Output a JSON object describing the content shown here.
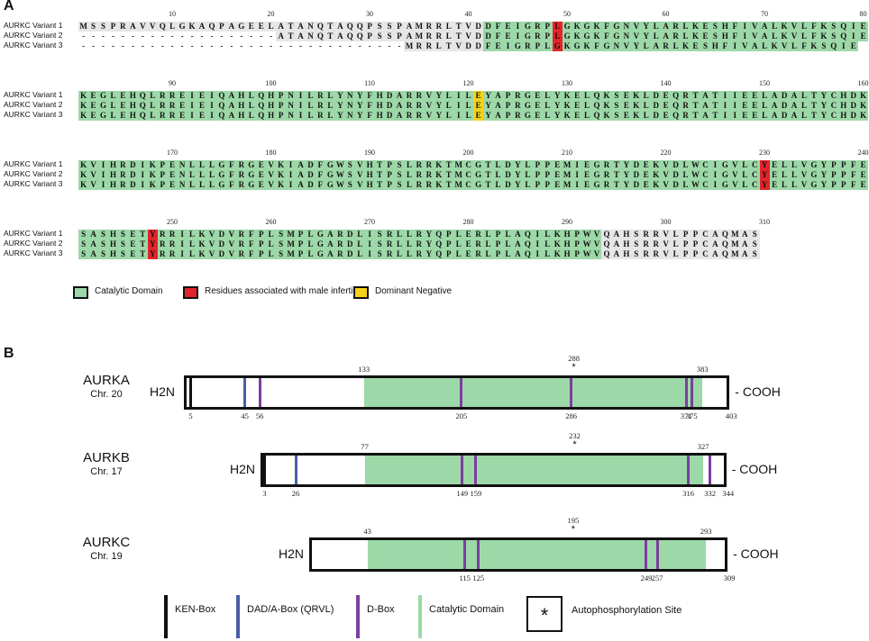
{
  "panel_a": {
    "letter": "A",
    "rows": [
      {
        "ruler": [
          "10",
          "20",
          "30",
          "40",
          "50",
          "60",
          "70",
          "80"
        ],
        "sequences": [
          {
            "label": "AURKC Variant 1",
            "seq": "MSSPRAVVQLGKAQPAGEELATANQTAQQPSSPAMRRLTVDDFEIGRPLGKGKFGNVYLARLKESHFIVALKVLFKSQIE"
          },
          {
            "label": "AURKC Variant 2",
            "seq": "--------------------ATANQTAQQPSSPAMRRLTVDDFEIGRPLGKGKFGNVYLARLKESHFIVALKVLFKSQIE"
          },
          {
            "label": "AURKC Variant 3",
            "seq": "---------------------------------MRRLTVDDFEIGRPLGKGKFGNVYLARLKESHFIVALKVLFKSQIE"
          }
        ]
      },
      {
        "ruler": [
          "90",
          "100",
          "110",
          "120",
          "130",
          "140",
          "150",
          "160"
        ],
        "sequences": [
          {
            "label": "AURKC Variant 1",
            "seq": "KEGLEHQLRREIEIQAHLQHPNILRLYNYFHDARRVYLILEYAPRGELYKELQKSEKLDEQRTATIIEELADALTYCHDK"
          },
          {
            "label": "AURKC Variant 2",
            "seq": "KEGLEHQLRREIEIQAHLQHPNILRLYNYFHDARRVYLILEYAPRGELYKELQKSEKLDEQRTATIIEELADALTYCHDK"
          },
          {
            "label": "AURKC Variant 3",
            "seq": "KEGLEHQLRREIEIQAHLQHPNILRLYNYFHDARRVYLILEYAPRGELYKELQKSEKLDEQRTATIIEELADALTYCHDK"
          }
        ]
      },
      {
        "ruler": [
          "170",
          "180",
          "190",
          "200",
          "210",
          "220",
          "230",
          "240"
        ],
        "sequences": [
          {
            "label": "AURKC Variant 1",
            "seq": "KVIHRDIKPENLLLGFRGEVKIADFGWSVHTPSLRRKTMCGTLDYLPPEMIEGRTYDEKVDLWCIGVLCYELLVGYPPFE"
          },
          {
            "label": "AURKC Variant 2",
            "seq": "KVIHRDIKPENLLLGFRGEVKIADFGWSVHTPSLRRKTMCGTLDYLPPEMIEGRTYDEKVDLWCIGVLCYELLVGYPPFE"
          },
          {
            "label": "AURKC Variant 3",
            "seq": "KVIHRDIKPENLLLGFRGEVKIADFGWSVHTPSLRRKTMCGTLDYLPPEMIEGRTYDEKVDLWCIGVLCYELLVGYPPFE"
          }
        ]
      },
      {
        "ruler": [
          "250",
          "260",
          "270",
          "280",
          "290",
          "300",
          "310"
        ],
        "sequences": [
          {
            "label": "AURKC Variant 1",
            "seq": "SASHSETYRRILKVDVRFPLSMPLGARDLISRLLRYQPLERLPLAQILKHPWVQAHSRRVLPPCAQMAS"
          },
          {
            "label": "AURKC Variant 2",
            "seq": "SASHSETYRRILKVDVRFPLSMPLGARDLISRLLRYQPLERLPLAQILKHPWVQAHSRRVLPPCAQMAS"
          },
          {
            "label": "AURKC Variant 3",
            "seq": "SASHSETYRRILKVDVRFPLSMPLGARDLISRLLRYQPLERLPLAQILKHPWVQAHSRRVLPPCAQMAS"
          }
        ]
      }
    ],
    "domain_ranges": [
      [
        42,
        80
      ],
      [
        1,
        80
      ],
      [
        1,
        80
      ],
      [
        1,
        53
      ]
    ],
    "highlights": [
      {
        "row": 0,
        "pos": 49,
        "kind": "infertility"
      },
      {
        "row": 1,
        "pos": 41,
        "kind": "dominant"
      },
      {
        "row": 2,
        "pos": 70,
        "kind": "infertility"
      },
      {
        "row": 3,
        "pos": 8,
        "kind": "infertility"
      }
    ],
    "legend": [
      {
        "label": "Catalytic Domain",
        "color": "#9dd8a8"
      },
      {
        "label": "Residues associated with male infertility",
        "color": "#e3242b"
      },
      {
        "label": "Dominant Negative",
        "color": "#f5d21a"
      }
    ]
  },
  "panel_b": {
    "letter": "B",
    "proteins": [
      {
        "name": "AURKA",
        "chr": "Chr. 20",
        "nterm": "H2N",
        "cterm": "- COOH",
        "length": 403,
        "length_label": "403",
        "domain": [
          133,
          383
        ],
        "domain_start_label": "133",
        "domain_end_label": "383",
        "auto_site_label": "288",
        "auto_site": 288,
        "marks": [
          {
            "pos": 5,
            "type": "ken",
            "label": "5"
          },
          {
            "pos": 45,
            "type": "dad",
            "label": "45"
          },
          {
            "pos": 56,
            "type": "dbox",
            "label": "56"
          },
          {
            "pos": 205,
            "type": "dbox",
            "label": "205"
          },
          {
            "pos": 286,
            "type": "dbox",
            "label": "286"
          },
          {
            "pos": 371,
            "type": "dbox",
            "label": "371"
          },
          {
            "pos": 375,
            "type": "dbox",
            "label": "375"
          }
        ]
      },
      {
        "name": "AURKB",
        "chr": "Chr. 17",
        "nterm": "H2N",
        "cterm": "- COOH",
        "length": 344,
        "length_label": "344",
        "domain": [
          77,
          327
        ],
        "domain_start_label": "77",
        "domain_end_label": "327",
        "auto_site_label": "232",
        "auto_site": 232,
        "marks": [
          {
            "pos": 3,
            "type": "ken",
            "label": "3"
          },
          {
            "pos": 26,
            "type": "dad",
            "label": "26"
          },
          {
            "pos": 149,
            "type": "dbox",
            "label": "149"
          },
          {
            "pos": 159,
            "type": "dbox",
            "label": "159"
          },
          {
            "pos": 316,
            "type": "dbox",
            "label": "316"
          },
          {
            "pos": 332,
            "type": "dbox",
            "label": "332"
          }
        ]
      },
      {
        "name": "AURKC",
        "chr": "Chr. 19",
        "nterm": "H2N",
        "cterm": "- COOH",
        "length": 309,
        "length_label": "309",
        "domain": [
          43,
          293
        ],
        "domain_start_label": "43",
        "domain_end_label": "293",
        "auto_site_label": "195",
        "auto_site": 195,
        "marks": [
          {
            "pos": 115,
            "type": "dbox",
            "label": "115"
          },
          {
            "pos": 125,
            "type": "dbox",
            "label": "125"
          },
          {
            "pos": 249,
            "type": "dbox",
            "label": "249"
          },
          {
            "pos": 257,
            "type": "dbox",
            "label": "257"
          }
        ]
      }
    ],
    "colors": {
      "ken": "#111111",
      "dad": "#4a5ea8",
      "dbox": "#7b3f9e",
      "domain": "#9dd8a8"
    },
    "legend": [
      {
        "label": "KEN-Box",
        "kind": "ken"
      },
      {
        "label": "DAD/A-Box (QRVL)",
        "kind": "dad"
      },
      {
        "label": "D-Box",
        "kind": "dbox"
      },
      {
        "label": "Catalytic Domain",
        "kind": "domain"
      },
      {
        "label": "Autophosphorylation Site",
        "kind": "star",
        "symbol": "*"
      }
    ]
  }
}
